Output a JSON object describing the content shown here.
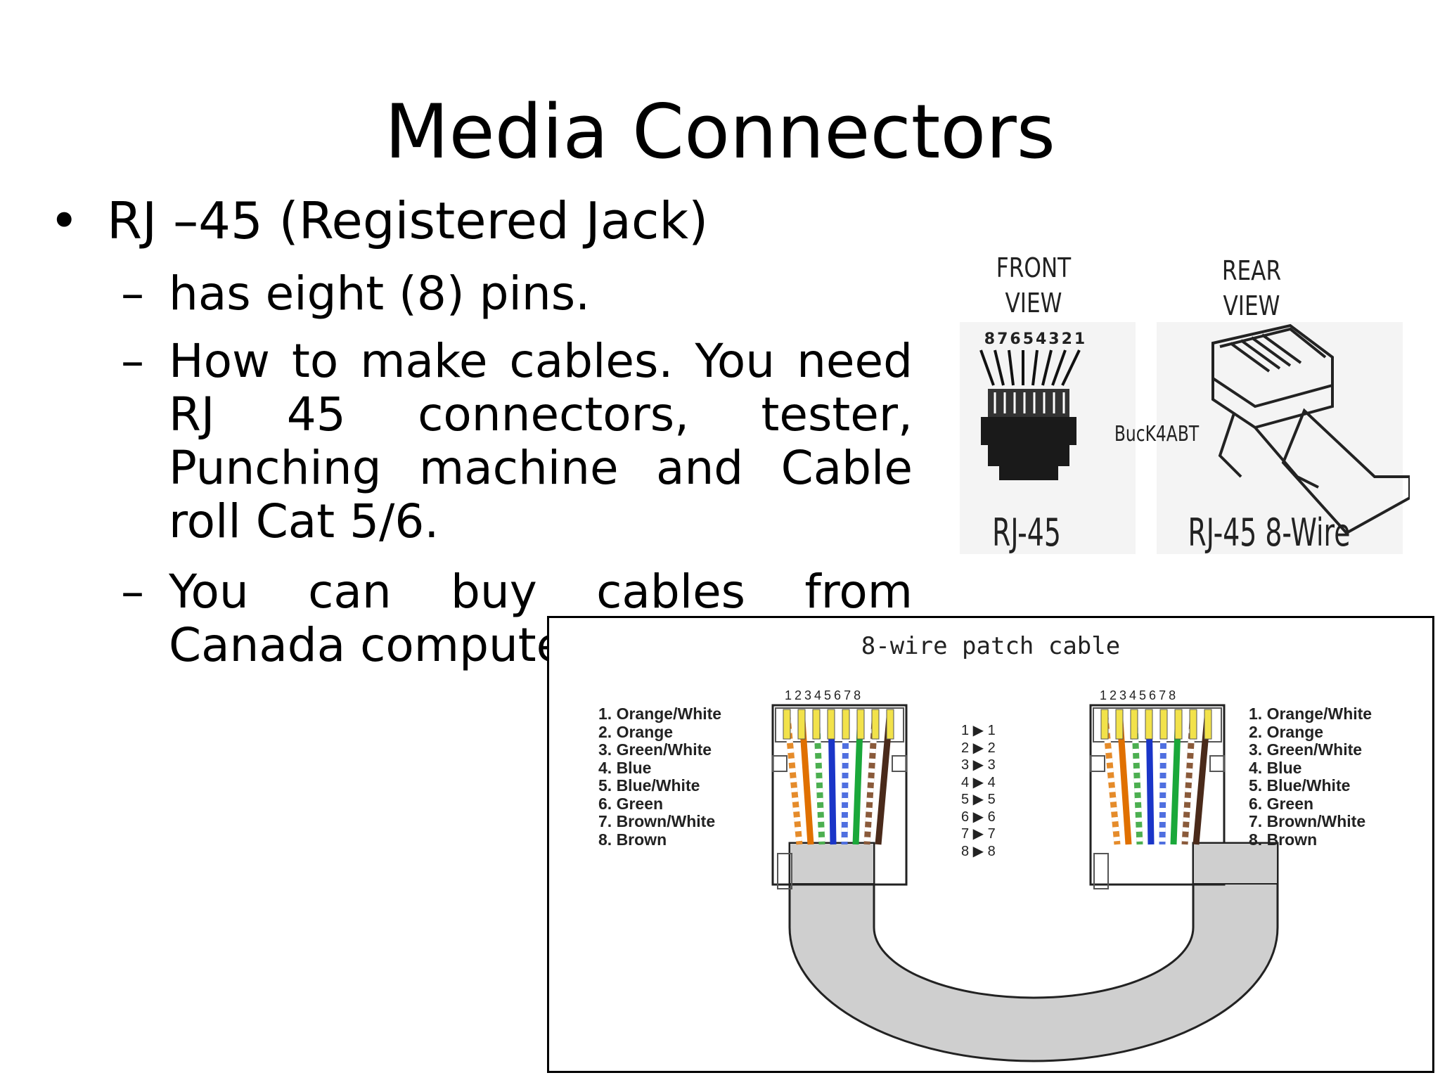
{
  "slide": {
    "title": "Media Connectors",
    "bullet": "RJ –45 (Registered Jack)",
    "bullet_marker": "•",
    "dash": "–",
    "subpoints": [
      "has eight (8) pins.",
      "How to make cables. You need RJ 45 connectors, tester, Punching machine and Cable roll Cat 5/6.",
      "You can buy cables from Canada computers etc."
    ]
  },
  "connector_figure": {
    "front_view": "FRONT VIEW",
    "rear_view": "REAR VIEW",
    "pin_numbers": "87654321",
    "watermark": "BucK4ABT",
    "label_left": "RJ-45",
    "label_right": "RJ-45  8-Wire"
  },
  "patch_figure": {
    "title": "8-wire patch cable",
    "pin_header": "12345678",
    "wires": [
      "1. Orange/White",
      "2. Orange",
      "3. Green/White",
      "4. Blue",
      "5. Blue/White",
      "6. Green",
      "7. Brown/White",
      "8. Brown"
    ],
    "mapping": [
      "1 ▶ 1",
      "2 ▶ 2",
      "3 ▶ 3",
      "4 ▶ 4",
      "5 ▶ 5",
      "6 ▶ 6",
      "7 ▶ 7",
      "8 ▶ 8"
    ],
    "wire_colors": [
      "#e58b2a",
      "#e07000",
      "#4caf50",
      "#1a35c8",
      "#4f6fe0",
      "#1aa83a",
      "#8a5a3a",
      "#4a2a1a"
    ],
    "cable_color": "#cfcfcf"
  }
}
